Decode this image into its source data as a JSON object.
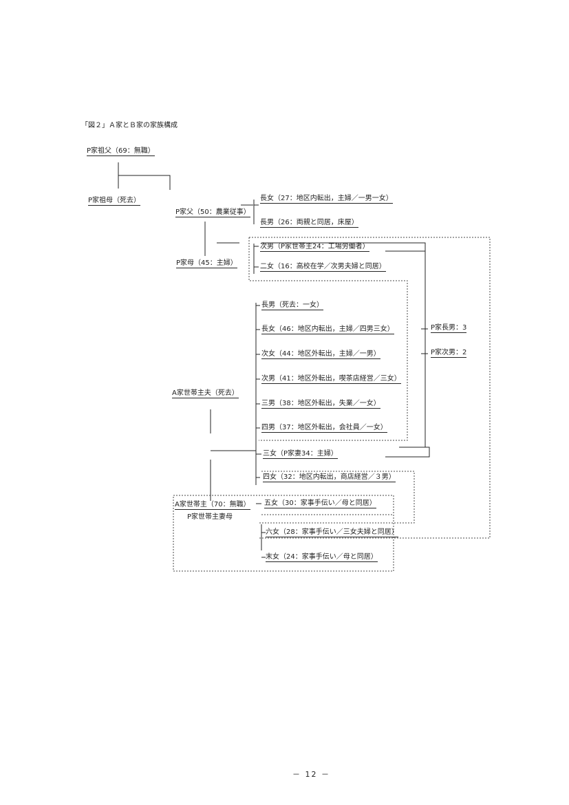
{
  "caption": "「図２」Ａ家とＢ家の家族構成",
  "page_number": "－ 12 －",
  "persons": {
    "p_grandfather": "P家祖父（69：無職）",
    "p_grandmother": "P家祖母（死去）",
    "p_father": "P家父（50：農業従事）",
    "p_mother": "P家母（45：主婦）",
    "p_eldest_daughter": "長女（27：地区内転出，主婦／一男一女）",
    "p_eldest_son": "長男（26：両親と同居，床屋）",
    "p_second_son": "次男（P家世帯主24：工場労働者）",
    "p_second_daughter": "二女（16：高校在学／次男夫婦と同居）",
    "a_grandfather": "A家世帯主夫（死去）",
    "a_grandmother": "A家世帯主（70：無職）",
    "a_grandmother_note": "P家世帯主妻母",
    "a_eldest_son": "長男（死去：一女）",
    "a_eldest_daughter": "長女（46：地区内転出，主婦／四男三女）",
    "a_second_daughter": "次女（44：地区外転出，主婦／一男）",
    "a_second_son": "次男（41：地区外転出，喫茶店経営／三女）",
    "a_third_son": "三男（38：地区外転出，失業／一女）",
    "a_fourth_son": "四男（37：地区外転出，会社員／一女）",
    "a_third_daughter": "三女（P家妻34：主婦）",
    "a_fourth_daughter": "四女（32：地区内転出，商店経営／３男）",
    "a_fifth_daughter": "五女（30：家事手伝い／母と同居）",
    "a_sixth_daughter": "六女（28：家事手伝い／三女夫婦と同居）",
    "a_youngest_daughter": "末女（24：家事手伝い／母と同居）",
    "p_household_eldest_son": "P家長男：3",
    "p_household_second_son": "P家次男：2"
  }
}
